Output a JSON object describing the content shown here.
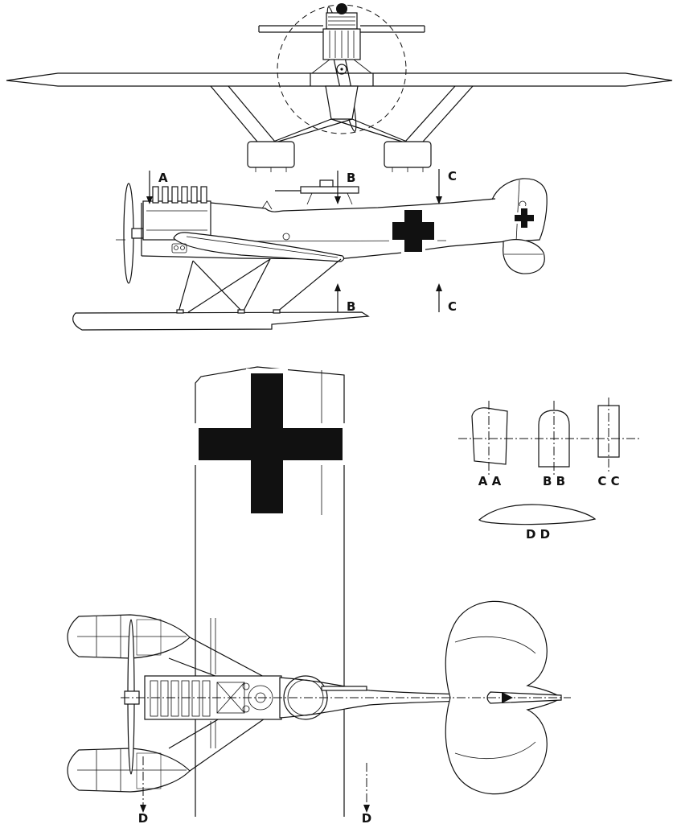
{
  "colors": {
    "ink": "#111111",
    "paper": "#ffffff"
  },
  "labels": {
    "section_a_top": "A",
    "section_b_top": "B",
    "section_b_bottom": "B",
    "section_c_top": "C",
    "section_c_bottom": "C",
    "section_d_left": "D",
    "section_d_right": "D",
    "profile_aa": "A A",
    "profile_bb": "B B",
    "profile_cc": "C C",
    "profile_dd": "D D"
  }
}
